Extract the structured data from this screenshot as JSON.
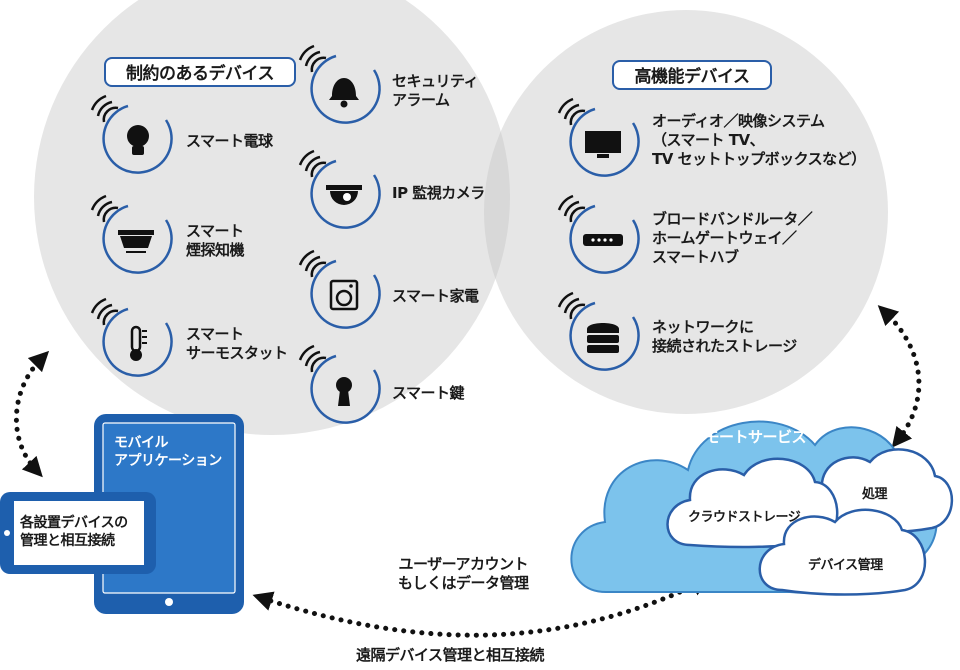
{
  "constrained": {
    "title": "制約のあるデバイス",
    "items": [
      {
        "icon": "smart-bulb-icon",
        "lines": [
          "スマート電球"
        ]
      },
      {
        "icon": "smoke-detector-icon",
        "lines": [
          "スマート",
          "煙探知機"
        ]
      },
      {
        "icon": "thermostat-icon",
        "lines": [
          "スマート",
          "サーモスタット"
        ]
      },
      {
        "icon": "alarm-bell-icon",
        "lines": [
          "セキュリティ",
          "アラーム"
        ]
      },
      {
        "icon": "security-camera-icon",
        "lines": [
          "IP 監視カメラ"
        ]
      },
      {
        "icon": "appliance-icon",
        "lines": [
          "スマート家電"
        ]
      },
      {
        "icon": "smart-lock-icon",
        "lines": [
          "スマート鍵"
        ]
      }
    ]
  },
  "capable": {
    "title": "高機能デバイス",
    "items": [
      {
        "icon": "tv-icon",
        "lines": [
          "オーディオ／映像システム",
          "（スマート TV、",
          "TV セットトップボックスなど）"
        ]
      },
      {
        "icon": "router-icon",
        "lines": [
          "ブロードバンドルータ／",
          "ホームゲートウェイ／",
          "スマートハブ"
        ]
      },
      {
        "icon": "storage-icon",
        "lines": [
          "ネットワークに",
          "接続されたストレージ"
        ]
      }
    ]
  },
  "mobile": {
    "title_lines": [
      "モバイル",
      "アプリケーション"
    ],
    "phone_lines": [
      "各設置デバイスの",
      "管理と相互接続"
    ]
  },
  "cloud": {
    "title": "リモートサービス",
    "storage": "クラウドストレージ",
    "processing": "処理",
    "device_management": "デバイス管理"
  },
  "connections": {
    "account_lines": [
      "ユーザーアカウント",
      "もしくはデータ管理"
    ],
    "remote": "遠隔デバイス管理と相互接続"
  },
  "colors": {
    "accent": "#2a5ea8",
    "cloud_light": "#7cc3ec",
    "circle_fill": "#e6e6e6"
  }
}
